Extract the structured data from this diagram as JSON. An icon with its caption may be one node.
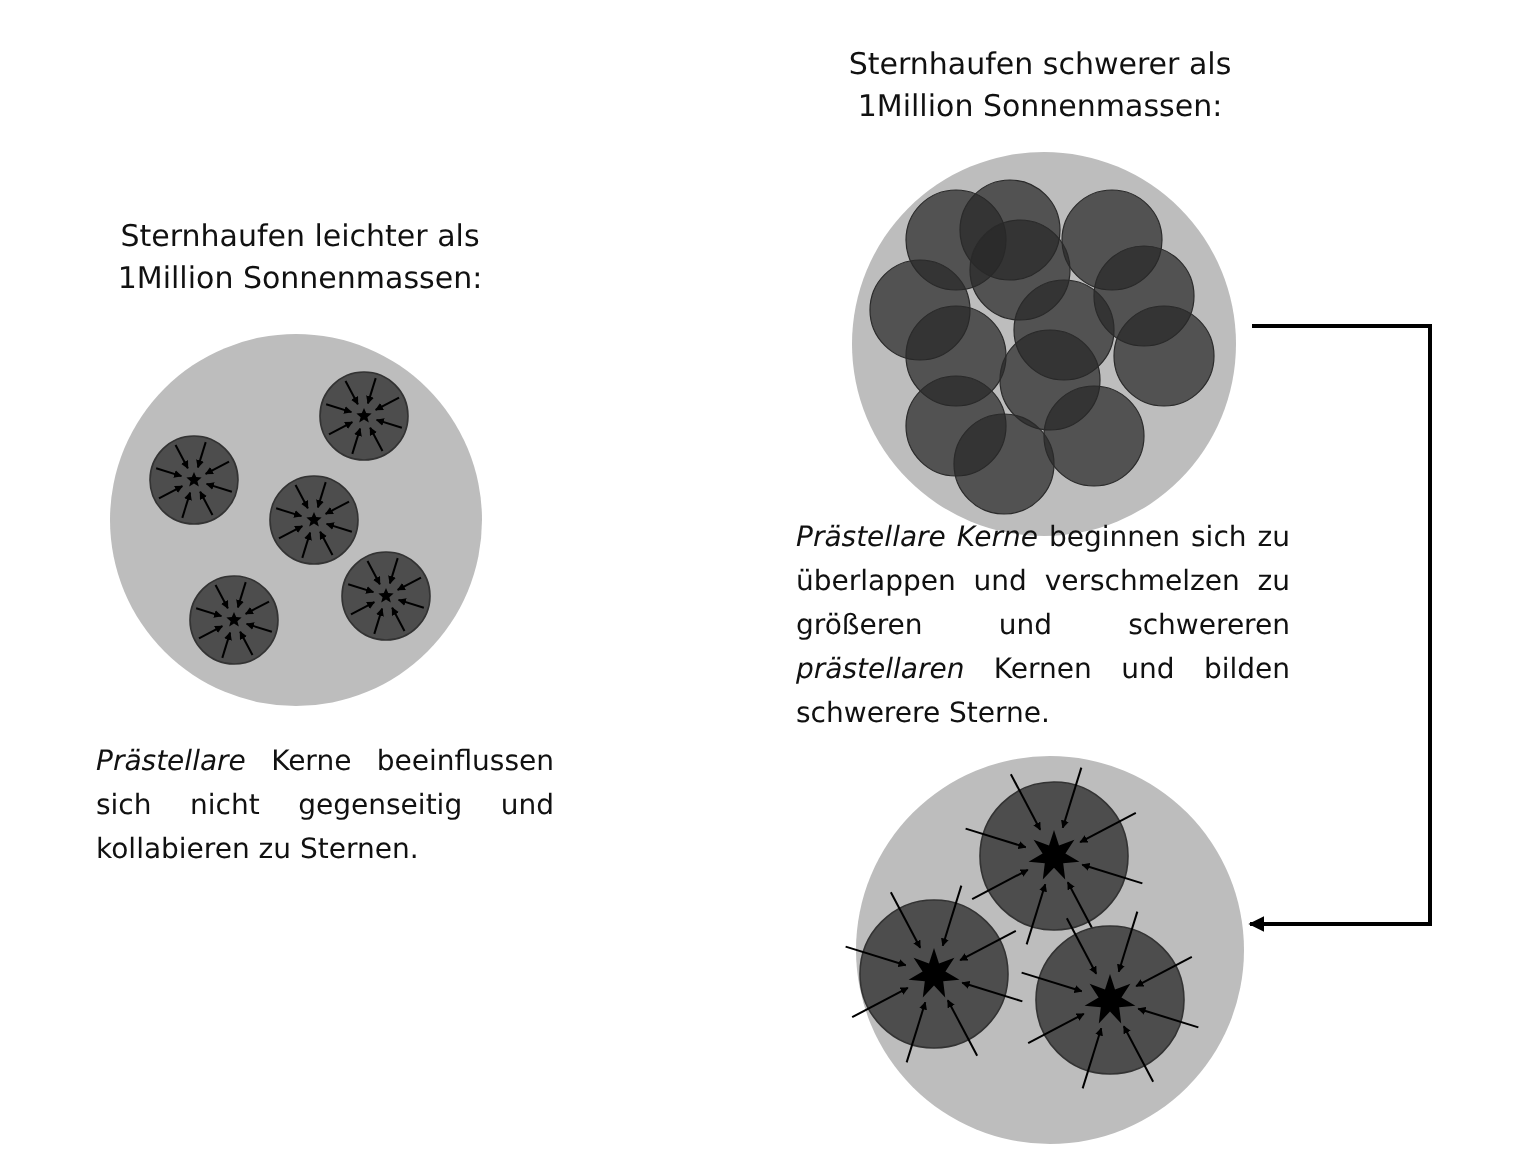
{
  "diagram": {
    "nodes": [
      {
        "text": [
          "Sternhaufen leichter als 1Million Sonnenmassen:"
        ],
        "beside": [
          "*Prästellare* Kerne beeinflussen sich nicht gegenseitig und kollabieren zu Sternen."
        ]
      },
      {
        "text": [
          "Sternhaufen schwerer als 1Million Sonnenmassen:"
        ],
        "beside": [
          "*Prästellare Kerne* beginnen sich zu überlappen und verschmelzen zu größeren und schwereren *prästellaren* Kernen und bilden schwerere Sterne."
        ]
      },
      {
        "text": [],
        "shape": "circle"
      }
    ],
    "edges": [
      {
        "from": 1,
        "to": 2,
        "arrow": "to"
      }
    ]
  }
}
